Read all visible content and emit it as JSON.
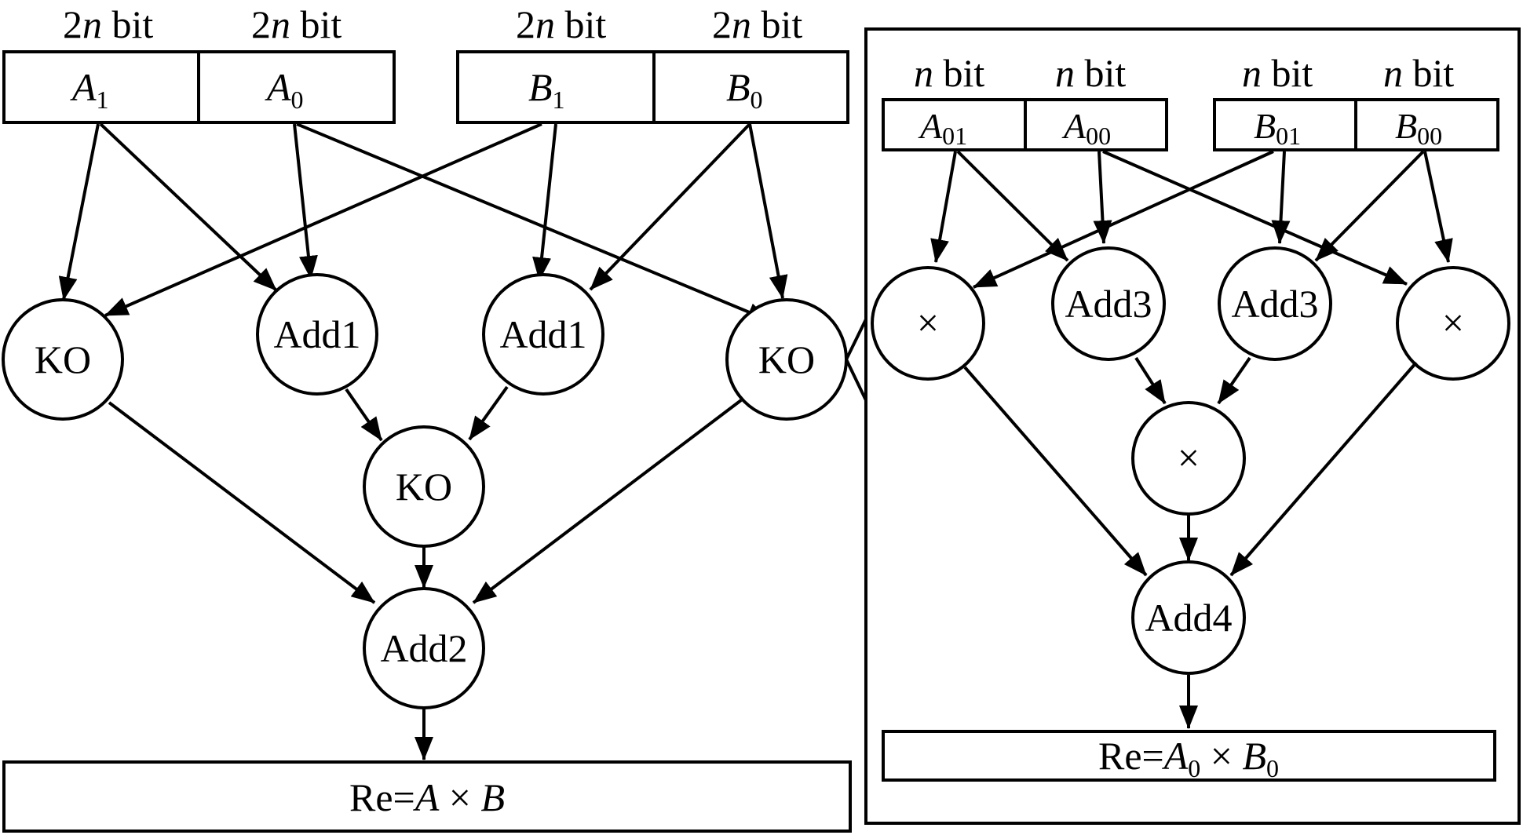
{
  "colors": {
    "stroke": "#000000",
    "background": "#ffffff"
  },
  "left": {
    "bitwidth_labels": {
      "a1": {
        "prefix": "2",
        "n": "n",
        "unit": " bit"
      },
      "a0": {
        "prefix": "2",
        "n": "n",
        "unit": " bit"
      },
      "b1": {
        "prefix": "2",
        "n": "n",
        "unit": " bit"
      },
      "b0": {
        "prefix": "2",
        "n": "n",
        "unit": " bit"
      }
    },
    "operands": {
      "a1": {
        "letter": "A",
        "sub": "1"
      },
      "a0": {
        "letter": "A",
        "sub": "0"
      },
      "b1": {
        "letter": "B",
        "sub": "1"
      },
      "b0": {
        "letter": "B",
        "sub": "0"
      }
    },
    "nodes": {
      "ko_left": "KO",
      "add1_left": "Add1",
      "add1_right": "Add1",
      "ko_right": "KO",
      "ko_mid": "KO",
      "add2": "Add2"
    },
    "result": {
      "prefix": "Re=",
      "a": "A",
      "times": " × ",
      "b": "B"
    }
  },
  "right": {
    "bitwidth_labels": {
      "a01": {
        "n": "n",
        "unit": " bit"
      },
      "a00": {
        "n": "n",
        "unit": " bit"
      },
      "b01": {
        "n": "n",
        "unit": " bit"
      },
      "b00": {
        "n": "n",
        "unit": " bit"
      }
    },
    "operands": {
      "a01": {
        "letter": "A",
        "sub": "01"
      },
      "a00": {
        "letter": "A",
        "sub": "00"
      },
      "b01": {
        "letter": "B",
        "sub": "01"
      },
      "b00": {
        "letter": "B",
        "sub": "00"
      }
    },
    "nodes": {
      "mul_left": "×",
      "add3_left": "Add3",
      "add3_right": "Add3",
      "mul_right": "×",
      "mul_mid": "×",
      "add4": "Add4"
    },
    "result": {
      "prefix": "Re=",
      "a": "A",
      "a_sub": "0",
      "times": " × ",
      "b": "B",
      "b_sub": "0"
    }
  }
}
